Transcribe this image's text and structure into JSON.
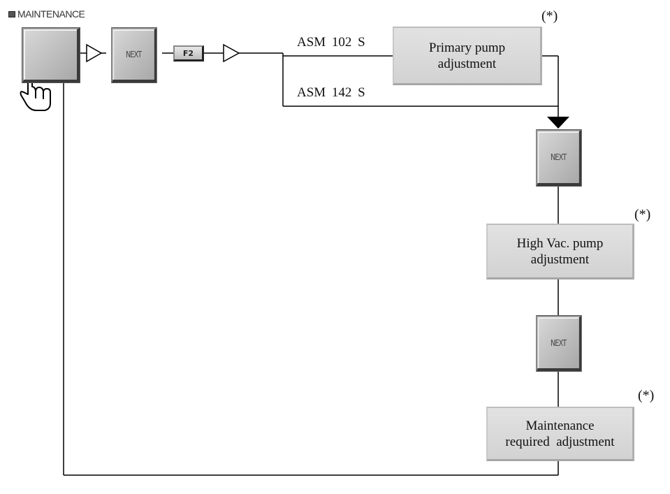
{
  "header": {
    "label": "MAINTENANCE",
    "icon": "square-icon"
  },
  "keys": {
    "maintenance_key": "",
    "next_1": "NEXT",
    "f2": "F2",
    "next_2": "NEXT",
    "next_3": "NEXT"
  },
  "branches": {
    "upper": "ASM 102  S",
    "lower": "ASM 142  S"
  },
  "steps": {
    "primary_pump": [
      "Primary pump",
      "adjustment"
    ],
    "high_vac": [
      "High Vac. pump",
      "adjustment"
    ],
    "maintenance_required": [
      "Maintenance",
      "required  adjustment"
    ]
  },
  "notes": {
    "primary_pump": "(*)",
    "high_vac": "(*)",
    "maintenance_required": "(*)"
  },
  "colors": {
    "line": "#000000",
    "key_face": "#c0c0c0",
    "step_face": "#d9d9d9"
  }
}
